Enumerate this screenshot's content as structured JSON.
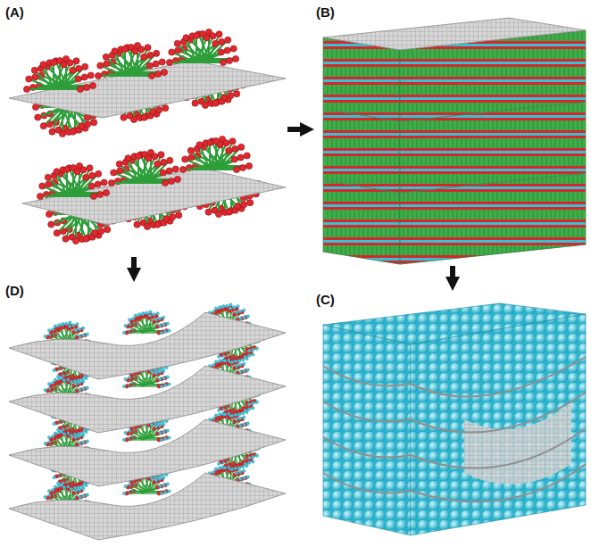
{
  "diagram": {
    "nodes": [
      {
        "text": [
          "(A)"
        ]
      },
      {
        "text": [
          "(B)"
        ]
      },
      {
        "text": [
          "(D)"
        ]
      },
      {
        "text": [
          "(C)"
        ]
      }
    ],
    "edges": [
      {
        "from": 0,
        "to": 1,
        "arrow": "to"
      },
      {
        "from": 0,
        "to": 2,
        "arrow": "to"
      },
      {
        "from": 1,
        "to": 3,
        "arrow": "to"
      }
    ]
  }
}
